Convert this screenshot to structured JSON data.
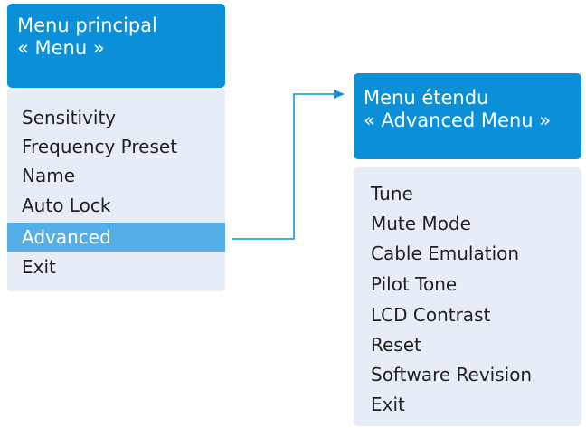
{
  "main_menu": {
    "title_line1": "Menu principal",
    "title_line2": "« Menu »",
    "items": [
      "Sensitivity",
      "Frequency Preset",
      "Name",
      "Auto Lock",
      "Advanced",
      "Exit"
    ],
    "selected_index": 4
  },
  "advanced_menu": {
    "title_line1": "Menu étendu",
    "title_line2": "« Advanced Menu »",
    "items": [
      "Tune",
      "Mute Mode",
      "Cable Emulation",
      "Pilot Tone",
      "LCD Contrast",
      "Reset",
      "Software Revision",
      "Exit"
    ]
  },
  "colors": {
    "header": "#0a8fd8",
    "panel": "#e6edf7",
    "selected": "#56aee6",
    "connector": "#0a8fd8"
  }
}
